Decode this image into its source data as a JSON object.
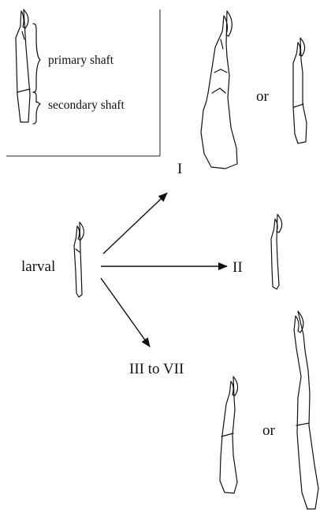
{
  "legend": {
    "primary_label": "primary shaft",
    "secondary_label": "secondary shaft"
  },
  "labels": {
    "larval": "larval",
    "type_I": "I",
    "type_II": "II",
    "type_III_VII": "III to VII",
    "or_top": "or",
    "or_bottom": "or"
  }
}
